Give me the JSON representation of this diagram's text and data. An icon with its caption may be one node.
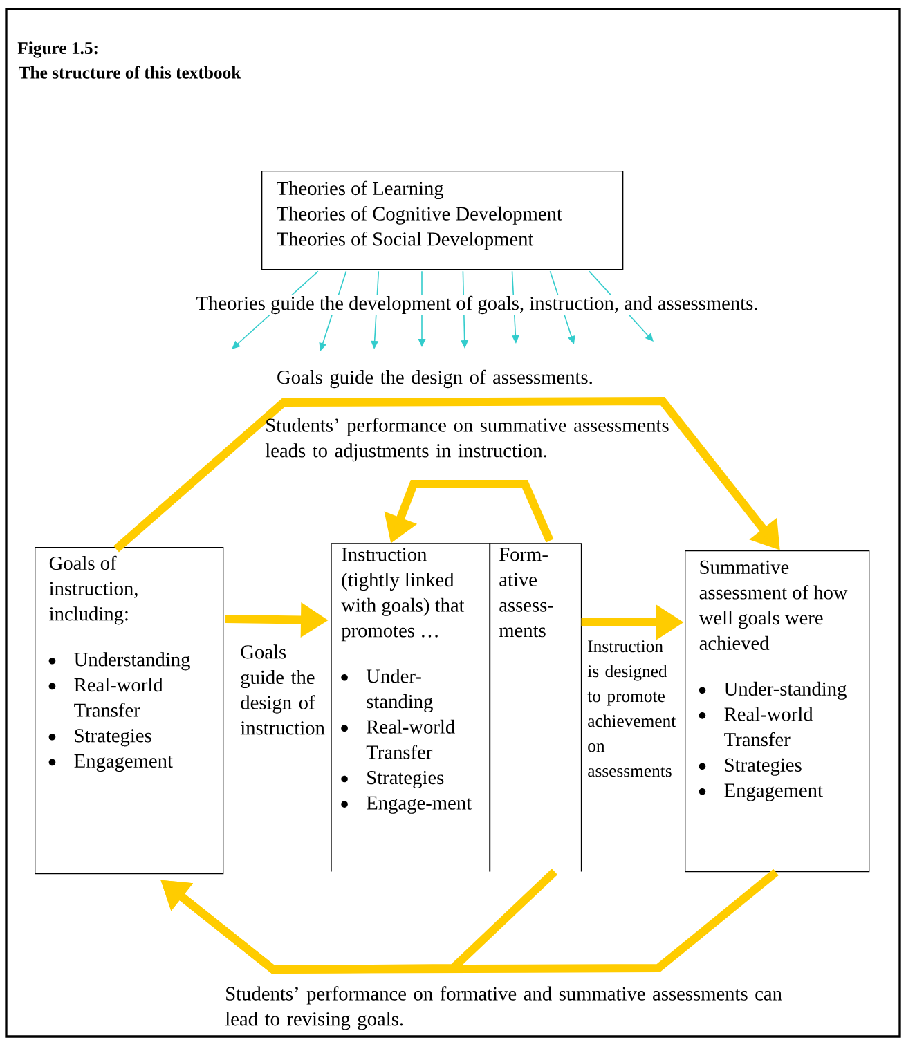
{
  "diagram": {
    "title": "Figure 1.5:",
    "nodes": [
      {
        "text": [
          "Theories of Learning",
          "Theories of Cognitive Development",
          "Theories of Social Development"
        ]
      },
      {
        "text": [
          "Goals of instruction, including:",
          "Understanding",
          "Real-world Transfer",
          "Strategies",
          "Engagement"
        ]
      },
      {
        "text": [
          "Instruction (tightly linked with goals) that promotes …",
          "Under-standing",
          "Real-world Transfer",
          "Strategies",
          "Engage-ment"
        ]
      },
      {
        "text": [
          "Form-ative assess-ments"
        ]
      },
      {
        "text": [
          "Summative assessment of how well goals were achieved",
          "Under-standing",
          "Real-world Transfer",
          "Strategies",
          "Engagement"
        ]
      }
    ],
    "edges": [
      {
        "from": 0,
        "to": null,
        "arrow": "to",
        "color": "#33cccc"
      },
      {
        "from": 0,
        "to": null,
        "arrow": "to",
        "color": "#33cccc"
      },
      {
        "from": 0,
        "to": null,
        "arrow": "to",
        "color": "#33cccc"
      },
      {
        "from": 0,
        "to": null,
        "arrow": "to",
        "color": "#33cccc"
      },
      {
        "from": 0,
        "to": null,
        "arrow": "to",
        "color": "#33cccc"
      },
      {
        "from": 0,
        "to": null,
        "arrow": "to",
        "color": "#33cccc"
      },
      {
        "from": 0,
        "to": null,
        "arrow": "to",
        "color": "#33cccc"
      },
      {
        "from": 0,
        "to": null,
        "arrow": "to",
        "color": "#33cccc"
      },
      {
        "from": 1,
        "to": 4,
        "arrow": "to",
        "label": "Goals guide the design of assessments.",
        "style": "thick",
        "color": "#ffcc00"
      },
      {
        "from": 1,
        "to": 2,
        "arrow": "to",
        "label": "Goals guide the design of instruction",
        "style": "thick",
        "color": "#ffcc00"
      },
      {
        "from": 3,
        "to": 2,
        "arrow": "to",
        "label": "Students’ performance on summative assessments leads to adjustments in instruction.",
        "style": "thick",
        "color": "#ffcc00"
      },
      {
        "from": 3,
        "to": 4,
        "arrow": "to",
        "label": "Instruction is designed to promote achievement on assessments",
        "style": "thick",
        "color": "#ffcc00"
      },
      {
        "from": 3,
        "to": 1,
        "arrow": "to",
        "style": "thick",
        "color": "#ffcc00"
      },
      {
        "from": 4,
        "to": 1,
        "arrow": "to",
        "label": "Students’ performance on formative and summative assessments can lead to revising goals.",
        "style": "thick",
        "color": "#ffcc00"
      }
    ],
    "labels": [
      "The structure of this textbook",
      "Theories guide the development of goals, instruction, and assessments."
    ]
  }
}
